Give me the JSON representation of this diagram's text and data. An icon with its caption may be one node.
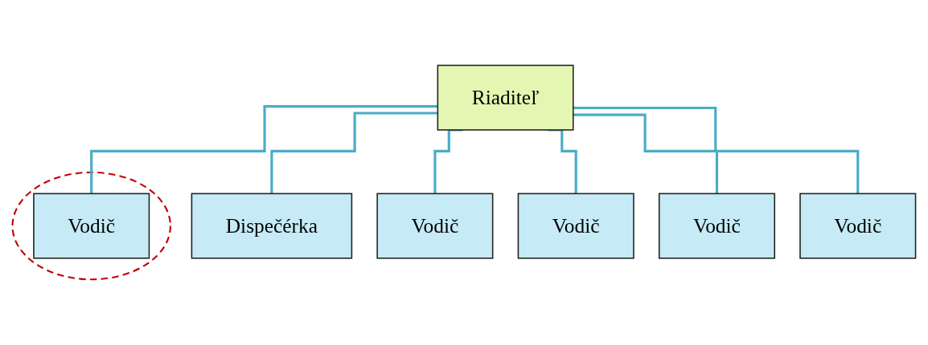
{
  "diagram": {
    "nodes": [
      {
        "text": [
          "Riaditeľ"
        ]
      },
      {
        "text": [
          "Dispečérka"
        ]
      },
      {
        "text": [
          "Vodič"
        ]
      },
      {
        "text": [
          "Vodič"
        ]
      },
      {
        "text": [
          "Vodič"
        ]
      },
      {
        "text": [
          "Vodič"
        ]
      },
      {
        "text": [],
        "shape": "circle"
      },
      {
        "text": [
          "Vodič"
        ],
        "in": 6
      }
    ],
    "edges": [
      {
        "from": 0,
        "to": 1,
        "arrow": "none"
      },
      {
        "from": 0,
        "to": 2,
        "arrow": "none"
      },
      {
        "from": 0,
        "to": 3,
        "arrow": "none"
      },
      {
        "from": 0,
        "to": 4,
        "arrow": "none"
      },
      {
        "from": 0,
        "to": 5,
        "arrow": "none"
      },
      {
        "from": 0,
        "to": 7,
        "arrow": "none"
      }
    ]
  }
}
